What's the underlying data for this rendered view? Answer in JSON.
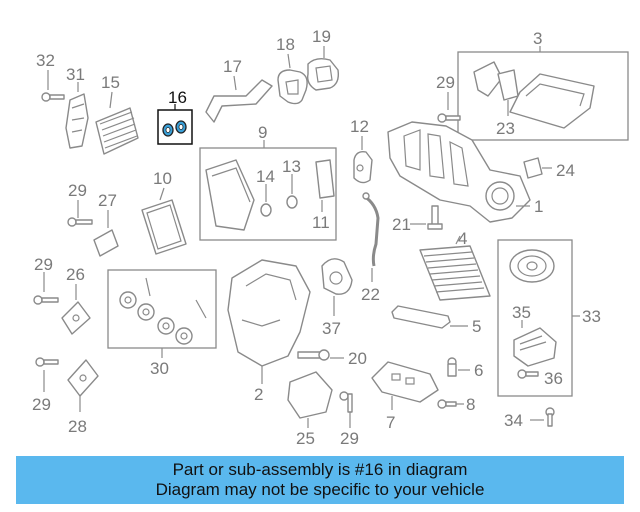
{
  "diagram": {
    "labels": {
      "p1": "1",
      "p2": "2",
      "p3": "3",
      "p4": "4",
      "p5": "5",
      "p6": "6",
      "p7": "7",
      "p8": "8",
      "p9": "9",
      "p10": "10",
      "p11": "11",
      "p12": "12",
      "p13": "13",
      "p14": "14",
      "p15": "15",
      "p16": "16",
      "p17": "17",
      "p18": "18",
      "p19": "19",
      "p20": "20",
      "p21": "21",
      "p22": "22",
      "p23": "23",
      "p24": "24",
      "p25": "25",
      "p26": "26",
      "p27": "27",
      "p28": "28",
      "p29": "29",
      "p30": "30",
      "p31": "31",
      "p32": "32",
      "p33": "33",
      "p34": "34",
      "p35": "35",
      "p36": "36",
      "p37": "37"
    },
    "highlight_color": "#3aa0d8"
  },
  "banner": {
    "line1": "Part or sub-assembly is #16 in diagram",
    "line2": "Diagram may not be specific to your vehicle"
  }
}
